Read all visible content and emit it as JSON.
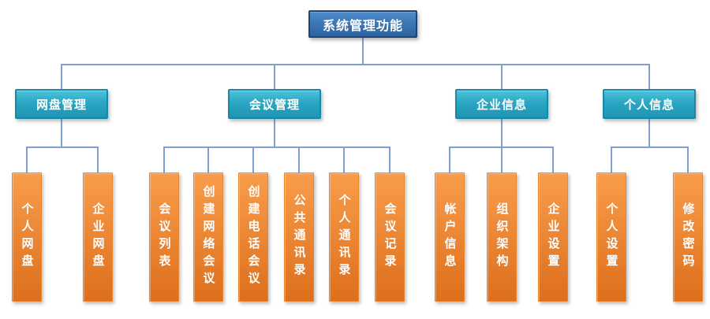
{
  "diagram": {
    "root": {
      "label": "系统管理功能"
    },
    "groups": [
      {
        "label": "网盘管理",
        "children": [
          "个人网盘",
          "企业网盘"
        ]
      },
      {
        "label": "会议管理",
        "children": [
          "会议列表",
          "创建网络会议",
          "创建电话会议",
          "公共通讯录",
          "个人通讯录",
          "会议记录"
        ]
      },
      {
        "label": "企业信息",
        "children": [
          "帐户信息",
          "组织架构",
          "企业设置"
        ]
      },
      {
        "label": "个人信息",
        "children": [
          "个人设置",
          "修改密码"
        ]
      }
    ]
  },
  "colors": {
    "root-fill-top": "#4e8ac9",
    "root-fill-bottom": "#2a63a0",
    "root-border": "#1c4675",
    "group-fill-top": "#4cc3da",
    "group-fill-bottom": "#1f95b5",
    "group-border": "#1b87a6",
    "leaf-fill-top": "#f99d4b",
    "leaf-fill-bottom": "#dd6f1c",
    "leaf-border": "#e8872f",
    "connector": "#7f9fd0",
    "node-text": "#ffffff"
  }
}
